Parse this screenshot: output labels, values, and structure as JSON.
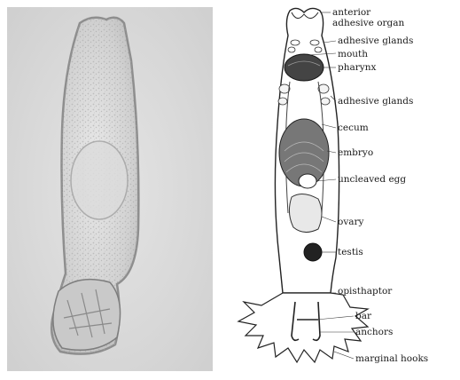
{
  "labels": {
    "anterior_adhesive_organ": "anterior\nadhesive organ",
    "adhesive_glands_top": "adhesive glands",
    "mouth": "mouth",
    "pharynx": "pharynx",
    "adhesive_glands_mid": "adhesive glands",
    "cecum": "cecum",
    "embryo": "embryo",
    "uncleaved_egg": "uncleaved egg",
    "ovary": "ovary",
    "testis": "testis",
    "opisthaptor": "opisthaptor",
    "bar": "bar",
    "anchors": "anchors",
    "marginal_hooks": "marginal hooks"
  },
  "colors": {
    "photo_bg": "#d8d8d8",
    "ink": "#1a1a1a"
  }
}
